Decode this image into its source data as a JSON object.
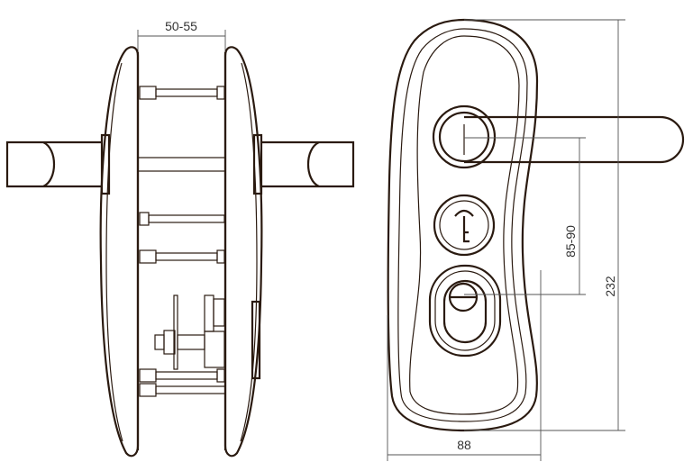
{
  "diagram": {
    "title": "Door handle set technical drawing",
    "dimensions": {
      "door_thickness": "50-55",
      "handle_to_cylinder": "85-90",
      "height": "232",
      "width": "88"
    },
    "colors": {
      "line": "#2a1a10",
      "dimension": "#555555"
    }
  }
}
